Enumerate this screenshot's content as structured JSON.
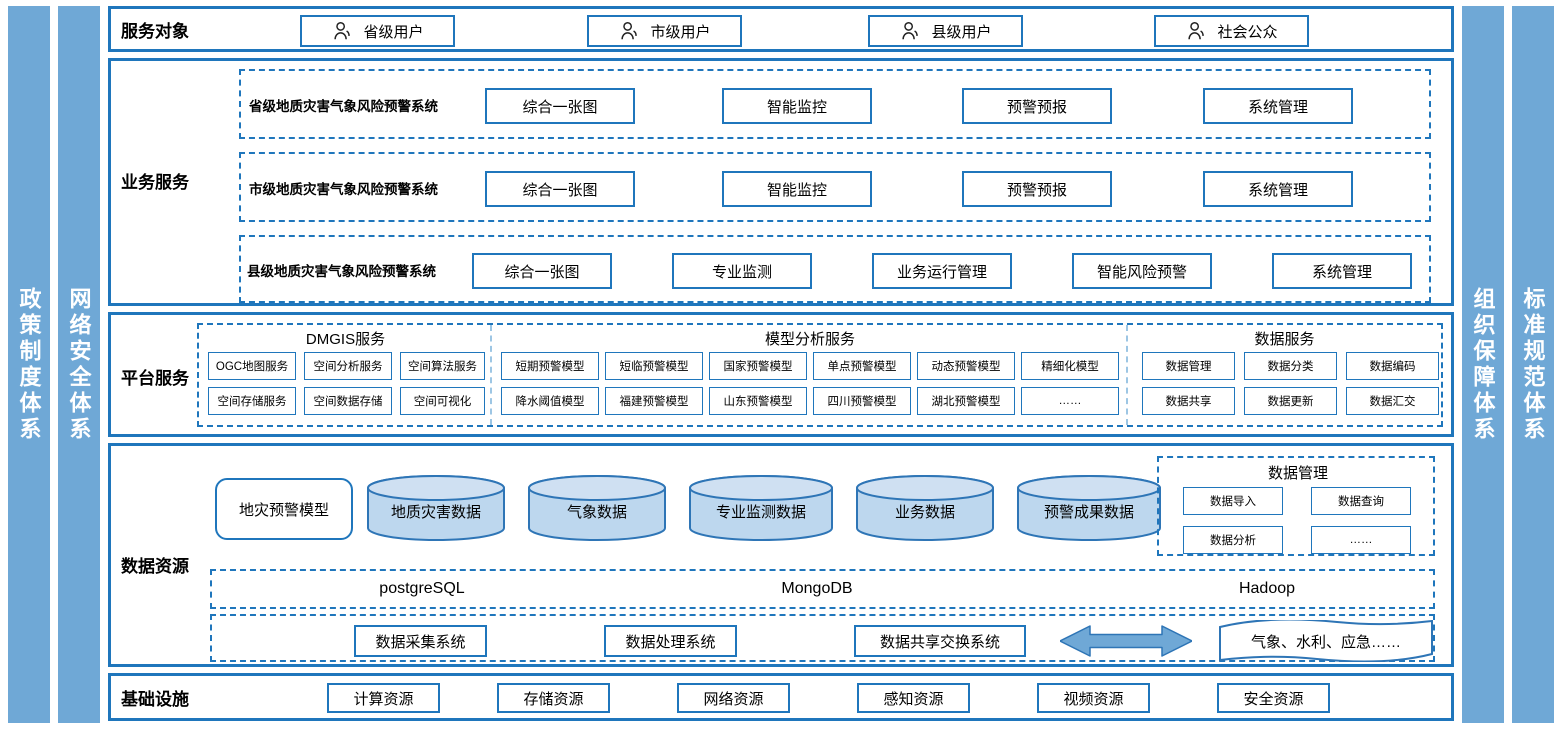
{
  "left_pillars": [
    {
      "label": "政策制度体系",
      "name": "policy-system-pillar"
    },
    {
      "label": "网络安全体系",
      "name": "network-security-pillar"
    }
  ],
  "right_pillars": [
    {
      "label": "组织保障体系",
      "name": "organization-guarantee-pillar"
    },
    {
      "label": "标准规范体系",
      "name": "standard-specification-pillar"
    }
  ],
  "colors": {
    "pillar_blue": "#6FA8D6",
    "outline_blue": "#1F76BC",
    "cylinder_fill": "#BDD7EE",
    "arrow_fill": "#6FA8D6"
  },
  "service_objects": {
    "label": "服务对象",
    "items": [
      {
        "text": "省级用户",
        "icon": "user-icon"
      },
      {
        "text": "市级用户",
        "icon": "user-icon"
      },
      {
        "text": "县级用户",
        "icon": "user-icon"
      },
      {
        "text": "社会公众",
        "icon": "user-icon"
      }
    ]
  },
  "business_service": {
    "label": "业务服务",
    "rows": [
      {
        "system": "省级地质灾害气象风险预警系统",
        "modules": [
          "综合一张图",
          "智能监控",
          "预警预报",
          "系统管理"
        ]
      },
      {
        "system": "市级地质灾害气象风险预警系统",
        "modules": [
          "综合一张图",
          "智能监控",
          "预警预报",
          "系统管理"
        ]
      },
      {
        "system": "县级地质灾害气象风险预警系统",
        "modules": [
          "综合一张图",
          "专业监测",
          "业务运行管理",
          "智能风险预警",
          "系统管理"
        ]
      }
    ]
  },
  "platform_service": {
    "label": "平台服务",
    "groups": [
      {
        "title": "DMGIS服务",
        "items": [
          "OGC地图服务",
          "空间分析服务",
          "空间算法服务",
          "空间存储服务",
          "空间数据存储",
          "空间可视化"
        ]
      },
      {
        "title": "模型分析服务",
        "items": [
          "短期预警模型",
          "短临预警模型",
          "国家预警模型",
          "单点预警模型",
          "动态预警模型",
          "精细化模型",
          "降水阈值模型",
          "福建预警模型",
          "山东预警模型",
          "四川预警模型",
          "湖北预警模型",
          "……"
        ]
      },
      {
        "title": "数据服务",
        "items": [
          "数据管理",
          "数据分类",
          "数据编码",
          "数据共享",
          "数据更新",
          "数据汇交"
        ]
      }
    ]
  },
  "data_resource": {
    "label": "数据资源",
    "model_box": "地灾预警模型",
    "cylinders": [
      "地质灾害数据",
      "气象数据",
      "专业监测数据",
      "业务数据",
      "预警成果数据"
    ],
    "data_management": {
      "title": "数据管理",
      "items": [
        "数据导入",
        "数据查询",
        "数据分析",
        "……"
      ]
    },
    "db_band": [
      "postgreSQL",
      "MongoDB",
      "Hadoop"
    ],
    "systems": [
      "数据采集系统",
      "数据处理系统",
      "数据共享交换系统"
    ],
    "arrow": "double-arrow-icon",
    "external": "气象、水利、应急……"
  },
  "infrastructure": {
    "label": "基础设施",
    "items": [
      "计算资源",
      "存储资源",
      "网络资源",
      "感知资源",
      "视频资源",
      "安全资源"
    ]
  }
}
